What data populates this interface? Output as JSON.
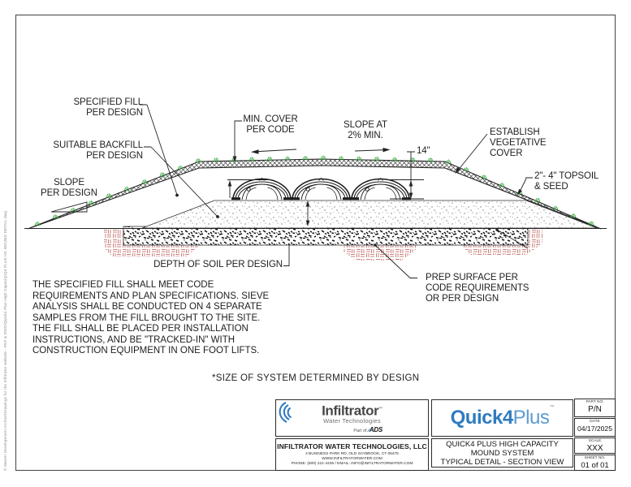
{
  "page": {
    "side_note": "© Master Development Archive\\Drawings for the Infiltrator website - PDF & DWG\\Quick4 Plus High Capacity\\Q4 PLUS HC MOUND DETAIL.dwg"
  },
  "drawing": {
    "labels": {
      "specified_fill": "SPECIFIED FILL\nPER DESIGN",
      "suitable_backfill": "SUITABLE BACKFILL\nPER DESIGN",
      "slope_per_design": "SLOPE\nPER DESIGN",
      "min_cover": "MIN. COVER\nPER CODE",
      "slope_at": "SLOPE AT\n2% MIN.",
      "dim_height": "14\"",
      "establish_cover": "ESTABLISH\nVEGETATIVE\nCOVER",
      "topsoil_seed": "2\"- 4\" TOPSOIL\n& SEED",
      "depth_of_soil": "DEPTH OF SOIL PER DESIGN",
      "prep_surface": "PREP SURFACE PER\nCODE REQUIREMENTS\nOR PER DESIGN"
    },
    "note": "THE SPECIFIED FILL SHALL MEET CODE\nREQUIREMENTS AND PLAN SPECIFICATIONS. SIEVE\nANALYSIS SHALL BE CONDUCTED ON 4 SEPARATE\nSAMPLES FROM THE FILL BROUGHT TO THE SITE.\nTHE FILL SHALL BE PLACED PER INSTALLATION\nINSTRUCTIONS, AND BE \"TRACKED-IN\"  WITH\nCONSTRUCTION EQUIPMENT IN ONE FOOT LIFTS.",
    "size_note": "*SIZE OF SYSTEM DETERMINED BY DESIGN"
  },
  "title_block": {
    "logo": {
      "brand": "Infiltrator",
      "brand_tm": "™",
      "subtitle": "Water Technologies",
      "part_of": "Part of ",
      "ads": "ADS"
    },
    "company": {
      "name": "INFILTRATOR WATER TECHNOLOGIES, LLC",
      "address": "4 BUSINESS PARK RD, OLD SAYBROOK, CT 06475",
      "website": "WWW.INFILTRATORWATER.COM",
      "contact": "PHONE: (800) 221-4436 / EMAIL: INFO@INFILTRATORWATER.COM"
    },
    "product": {
      "name_bold": "Quick4",
      "name_light": "Plus",
      "tm": "™"
    },
    "drawing_title": "QUICK4 PLUS HIGH CAPACITY\nMOUND SYSTEM\nTYPICAL DETAIL - SECTION VIEW",
    "fields": [
      {
        "label": "PART NO.",
        "value": "P/N"
      },
      {
        "label": "DATE",
        "value": "04/17/2025"
      },
      {
        "label": "SCALE",
        "value": "XXX"
      },
      {
        "label": "SHEET NO.",
        "value": "01 of 01"
      }
    ],
    "colors": {
      "brand_blue": "#2E7BC0",
      "grass_green": "#3CB043",
      "hatch_red": "#C9817E"
    }
  }
}
